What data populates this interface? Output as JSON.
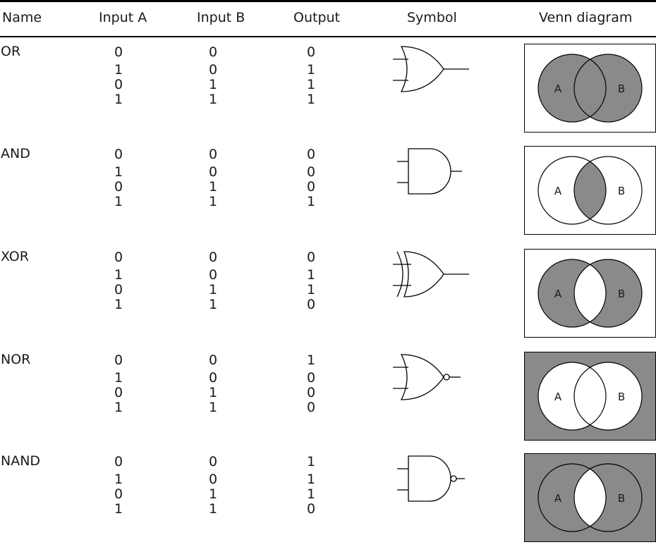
{
  "headers": [
    "Name",
    "Input A",
    "Input B",
    "Output",
    "Symbol",
    "Venn diagram"
  ],
  "venn_labels": {
    "a": "A",
    "b": "B"
  },
  "colors": {
    "fill": "#8a8a8a",
    "line": "#000000",
    "background": "#ffffff"
  },
  "gates": [
    {
      "name": "OR",
      "symbol": "or-gate",
      "venn_shading": "union",
      "rows": [
        {
          "a": "0",
          "b": "0",
          "out": "0"
        },
        {
          "a": "1",
          "b": "0",
          "out": "1"
        },
        {
          "a": "0",
          "b": "1",
          "out": "1"
        },
        {
          "a": "1",
          "b": "1",
          "out": "1"
        }
      ]
    },
    {
      "name": "AND",
      "symbol": "and-gate",
      "venn_shading": "intersection",
      "rows": [
        {
          "a": "0",
          "b": "0",
          "out": "0"
        },
        {
          "a": "1",
          "b": "0",
          "out": "0"
        },
        {
          "a": "0",
          "b": "1",
          "out": "0"
        },
        {
          "a": "1",
          "b": "1",
          "out": "1"
        }
      ]
    },
    {
      "name": "XOR",
      "symbol": "xor-gate",
      "venn_shading": "symmetric-difference",
      "rows": [
        {
          "a": "0",
          "b": "0",
          "out": "0"
        },
        {
          "a": "1",
          "b": "0",
          "out": "1"
        },
        {
          "a": "0",
          "b": "1",
          "out": "1"
        },
        {
          "a": "1",
          "b": "1",
          "out": "0"
        }
      ]
    },
    {
      "name": "NOR",
      "symbol": "nor-gate",
      "venn_shading": "complement-of-union",
      "rows": [
        {
          "a": "0",
          "b": "0",
          "out": "1"
        },
        {
          "a": "1",
          "b": "0",
          "out": "0"
        },
        {
          "a": "0",
          "b": "1",
          "out": "0"
        },
        {
          "a": "1",
          "b": "1",
          "out": "0"
        }
      ]
    },
    {
      "name": "NAND",
      "symbol": "nand-gate",
      "venn_shading": "complement-of-intersection",
      "rows": [
        {
          "a": "0",
          "b": "0",
          "out": "1"
        },
        {
          "a": "1",
          "b": "0",
          "out": "1"
        },
        {
          "a": "0",
          "b": "1",
          "out": "1"
        },
        {
          "a": "1",
          "b": "1",
          "out": "0"
        }
      ]
    }
  ]
}
